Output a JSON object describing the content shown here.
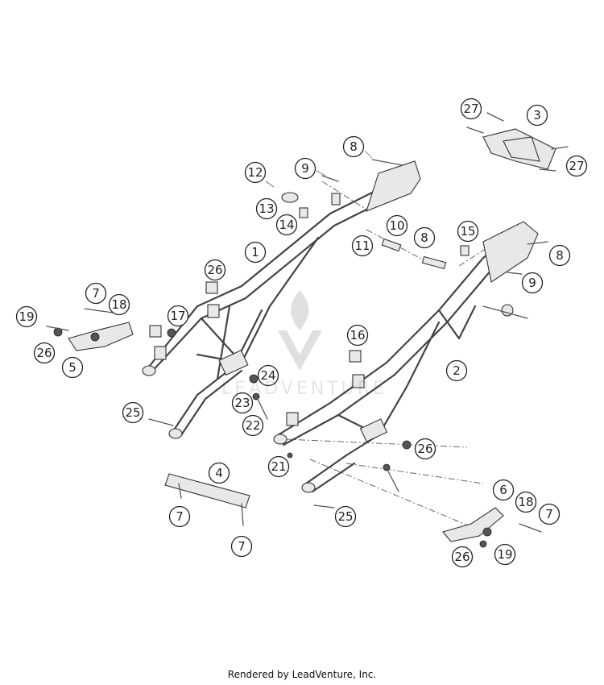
{
  "watermark": {
    "text": "LEADVENTURE"
  },
  "footer": {
    "text": "Rendered by LeadVenture, Inc."
  },
  "callouts": [
    {
      "label": "1"
    },
    {
      "label": "2"
    },
    {
      "label": "3"
    },
    {
      "label": "4"
    },
    {
      "label": "5"
    },
    {
      "label": "6"
    },
    {
      "label": "7"
    },
    {
      "label": "7"
    },
    {
      "label": "7"
    },
    {
      "label": "7"
    },
    {
      "label": "8"
    },
    {
      "label": "8"
    },
    {
      "label": "8"
    },
    {
      "label": "9"
    },
    {
      "label": "9"
    },
    {
      "label": "10"
    },
    {
      "label": "11"
    },
    {
      "label": "12"
    },
    {
      "label": "13"
    },
    {
      "label": "14"
    },
    {
      "label": "15"
    },
    {
      "label": "16"
    },
    {
      "label": "17"
    },
    {
      "label": "18"
    },
    {
      "label": "18"
    },
    {
      "label": "19"
    },
    {
      "label": "19"
    },
    {
      "label": "21"
    },
    {
      "label": "22"
    },
    {
      "label": "23"
    },
    {
      "label": "24"
    },
    {
      "label": "25"
    },
    {
      "label": "25"
    },
    {
      "label": "26"
    },
    {
      "label": "26"
    },
    {
      "label": "26"
    },
    {
      "label": "26"
    },
    {
      "label": "27"
    },
    {
      "label": "27"
    }
  ]
}
